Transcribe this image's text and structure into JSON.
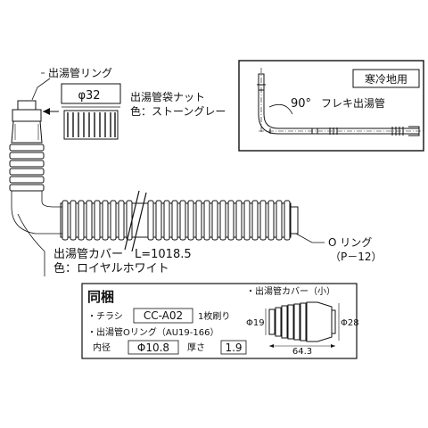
{
  "labels": {
    "ring_top": "出湯管リング",
    "diameter_32": "φ32",
    "nut_name": "出湯管袋ナット",
    "nut_color": "色：ストーングレー",
    "cold_region": "寒冷地用",
    "angle": "90°",
    "flexible_pipe": "フレキ出湯管",
    "cover_name": "出湯管カバー　L=1018.5",
    "cover_color": "色：ロイヤルホワイト",
    "o_ring": "O リング",
    "o_ring_spec": "（P－12）"
  },
  "included": {
    "title": "同梱",
    "flyer_label": "・チラシ",
    "flyer_code": "CC-A02",
    "flyer_note": "1枚刷り",
    "oring_label": "・出湯管Oリング（AU19-166）",
    "inner_label": "内径",
    "inner_value": "Φ10.8",
    "thickness_label": "厚さ",
    "thickness_value": "1.9",
    "small_cover_label": "・出湯管カバー（小）",
    "dim_small": "Φ19",
    "dim_large": "Φ28",
    "dim_length": "64.3"
  }
}
